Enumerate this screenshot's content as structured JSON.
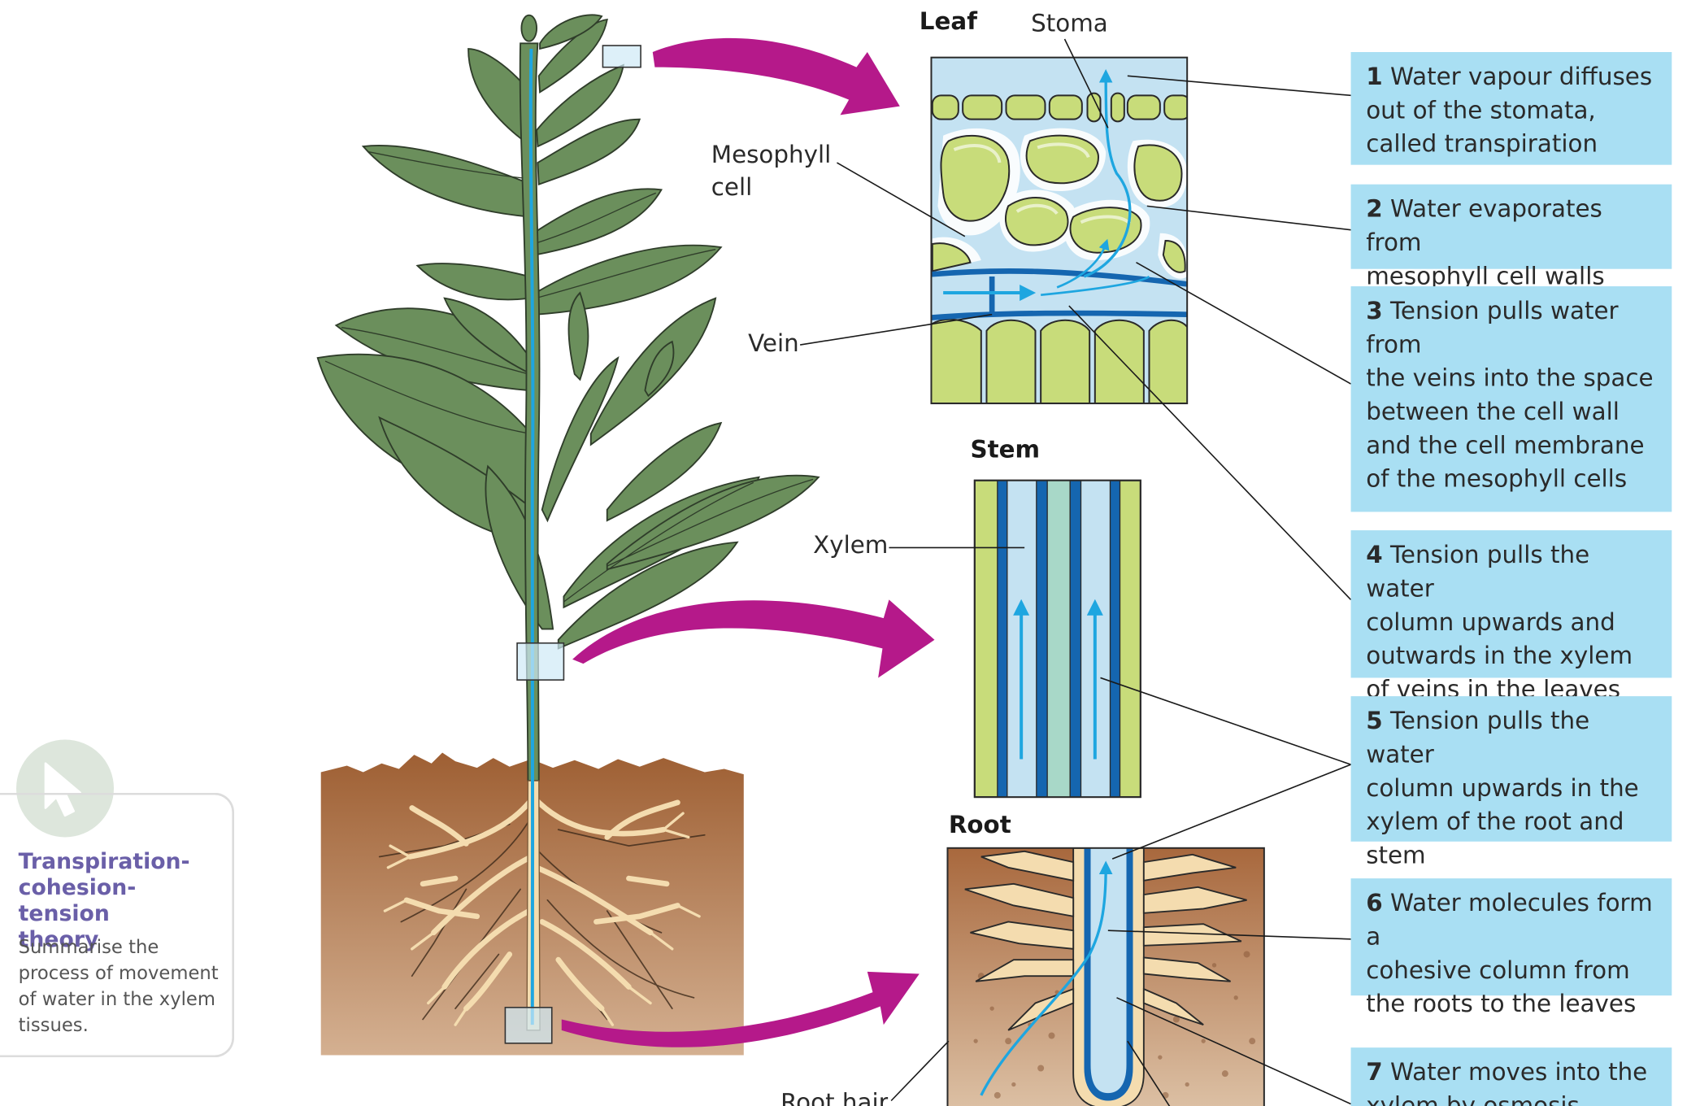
{
  "labels": {
    "leaf": "Leaf",
    "stoma": "Stoma",
    "mesophyll": "Mesophyll\ncell",
    "vein": "Vein",
    "stem": "Stem",
    "xylem": "Xylem",
    "root": "Root",
    "root_hair": "Root hair"
  },
  "steps": [
    {
      "num": "1",
      "text": "Water vapour diffuses\nout of the stomata,\ncalled transpiration"
    },
    {
      "num": "2",
      "text": "Water evaporates from\nmesophyll cell walls"
    },
    {
      "num": "3",
      "text": "Tension pulls water from\n the veins into the space\n between the cell wall\n and the cell membrane\n of the mesophyll cells"
    },
    {
      "num": "4",
      "text": "Tension pulls the water\ncolumn upwards and\noutwards in the xylem\nof veins in the leaves"
    },
    {
      "num": "5",
      "text": "Tension pulls the water\ncolumn upwards in the\nxylem of the root and\nstem"
    },
    {
      "num": "6",
      "text": "Water molecules form a\ncohesive column from\nthe roots to the leaves"
    },
    {
      "num": "7",
      "text": "Water moves into the\nxylem by osmosis"
    }
  ],
  "side": {
    "title": "Transpiration-\ncohesion-tension\ntheory",
    "text": "Summarise the\nprocess of movement\nof water in the xylem\ntissues."
  },
  "icons": {
    "cursor": "cursor-icon"
  },
  "colors": {
    "box": "#a9dff3",
    "arrow": "#b5198a",
    "water": "#1ea6e0",
    "xylem": "#1566b0",
    "leaf": "#6b8f5c",
    "soil": "#a7673c",
    "accent_title": "#6a5fa8"
  }
}
